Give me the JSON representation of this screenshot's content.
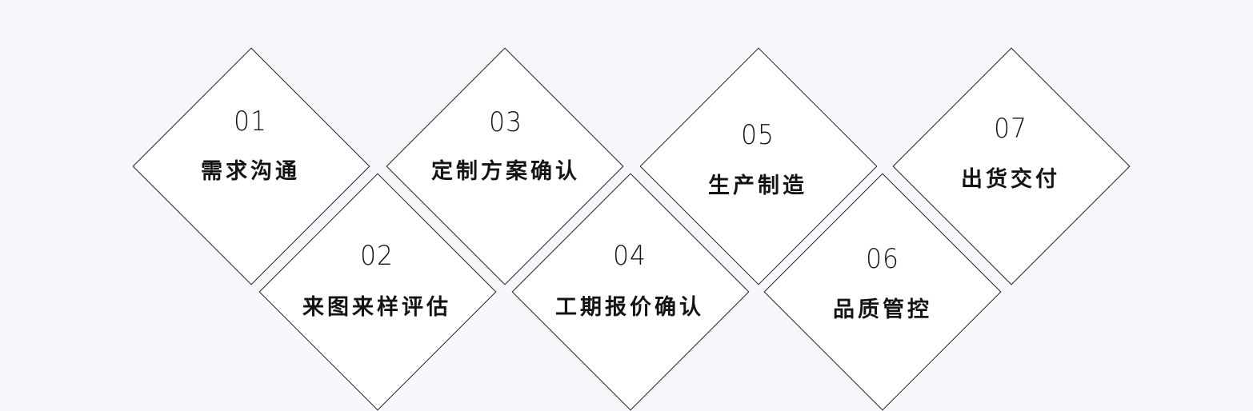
{
  "steps": [
    {
      "number": "01",
      "title": "需求沟通"
    },
    {
      "number": "02",
      "title": "来图来样评估"
    },
    {
      "number": "03",
      "title": "定制方案确认"
    },
    {
      "number": "04",
      "title": "工期报价确认"
    },
    {
      "number": "05",
      "title": "生产制造"
    },
    {
      "number": "06",
      "title": "品质管控"
    },
    {
      "number": "07",
      "title": "出货交付"
    }
  ],
  "colors": {
    "background": "#f8f8fc",
    "diamond_fill": "#ffffff",
    "diamond_stroke": "#1c1c1c",
    "text": "#141414"
  }
}
